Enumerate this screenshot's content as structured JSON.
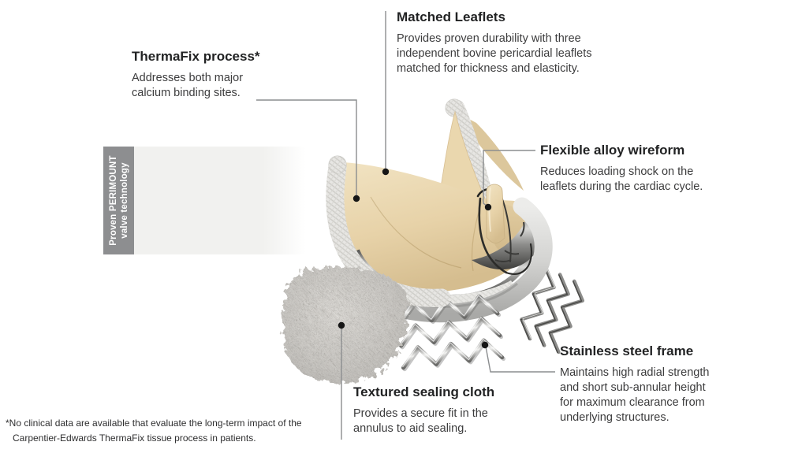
{
  "badge": {
    "text": "Proven PERIMOUNT\nvalve technology"
  },
  "callouts": {
    "thermafix": {
      "title": "ThermaFix process*",
      "body": "Addresses both major\ncalcium binding sites."
    },
    "matched_leaflets": {
      "title": "Matched Leaflets",
      "body": "Provides proven durability with three\nindependent bovine pericardial leaflets\nmatched for thickness and elasticity."
    },
    "wireform": {
      "title": "Flexible alloy wireform",
      "body": "Reduces loading shock on the\nleaflets during the cardiac cycle."
    },
    "frame": {
      "title": "Stainless steel frame",
      "body": "Maintains high radial strength\nand short sub-annular height\nfor maximum clearance from\nunderlying structures."
    },
    "cloth": {
      "title": "Textured sealing cloth",
      "body": "Provides a secure fit in the\nannulus to aid sealing."
    }
  },
  "footnote": {
    "line1": "*No clinical data are available that evaluate the long-term impact of the",
    "line2": "Carpentier-Edwards ThermaFix tissue process in patients."
  },
  "colors": {
    "badge_bg": "#8d8e90",
    "band_bg": "#f1f1ef",
    "heading_text": "#222324",
    "body_text": "#3c3c3d",
    "callout_line": "#8b8d8f",
    "callout_dot": "#161616",
    "leaflet_tan": "#e7d2a8",
    "fabric_mesh": "#e7e6e3",
    "sewing_ring": "#d4d4d2",
    "steel_wire": "#b9b9b7"
  }
}
